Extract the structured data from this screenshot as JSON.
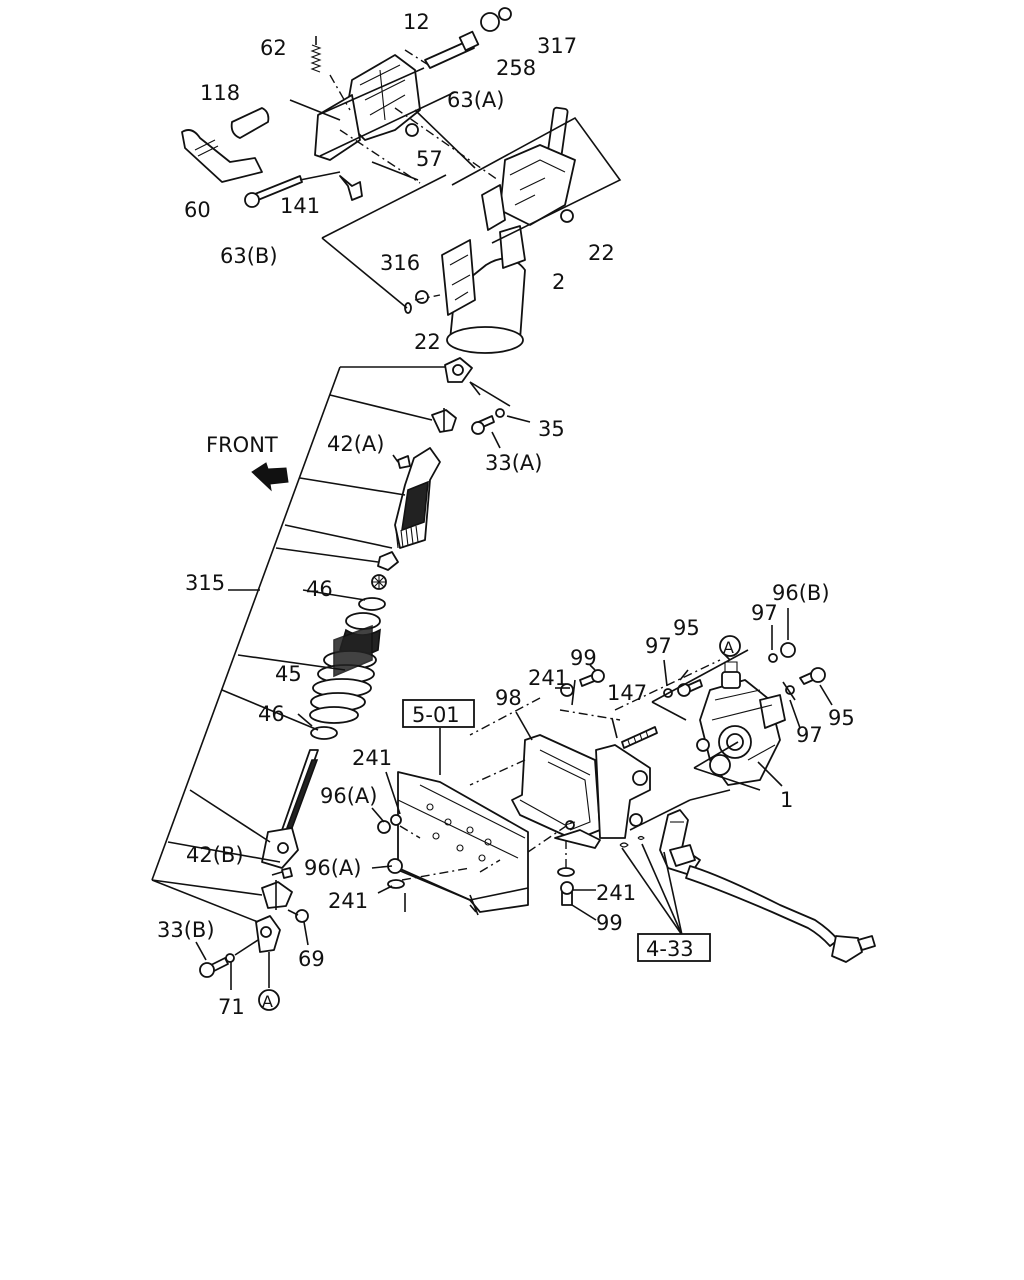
{
  "front_label": "FRONT",
  "refs": {
    "r5_01": "5-01",
    "r4_33": "4-33",
    "circA": "A"
  },
  "callouts": {
    "c12": "12",
    "c62": "62",
    "c317": "317",
    "c258": "258",
    "c63a": "63(A)",
    "c118": "118",
    "c57": "57",
    "c60": "60",
    "c141": "141",
    "c63b": "63(B)",
    "c22a": "22",
    "c316": "316",
    "c2": "2",
    "c22b": "22",
    "c35": "35",
    "c33a": "33(A)",
    "c42a": "42(A)",
    "c315": "315",
    "c46a": "46",
    "c45": "45",
    "c46b": "46",
    "c96b_top": "96(B)",
    "c97a": "97",
    "c97b": "97",
    "c95a": "95",
    "c99a": "99",
    "c241a": "241",
    "c147": "147",
    "c98": "98",
    "c95b": "95",
    "c97c": "97",
    "c241b": "241",
    "c96a_1": "96(A)",
    "c1": "1",
    "c42b": "42(B)",
    "c96a_2": "96(A)",
    "c241c": "241",
    "c241d": "241",
    "c99b": "99",
    "c33b": "33(B)",
    "c69": "69",
    "c71": "71"
  }
}
